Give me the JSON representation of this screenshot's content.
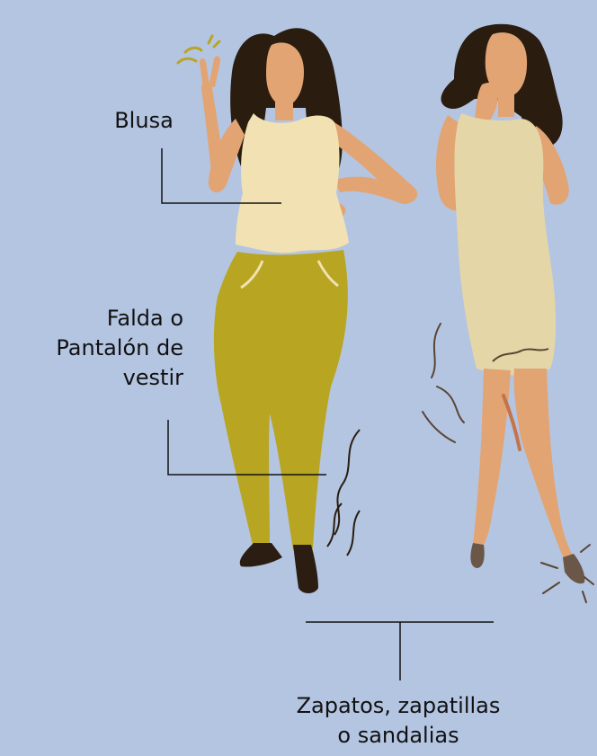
{
  "background_color": "#b4c5e2",
  "labels": {
    "blusa": "Blusa",
    "falda_line1": "Falda o",
    "falda_line2": "Pantalón de",
    "falda_line3": "vestir",
    "zapatos_line1": "Zapatos, zapatillas",
    "zapatos_line2": "o sandalias"
  },
  "colors": {
    "hair": "#2a1d10",
    "skin": "#e2a473",
    "blouse": "#f1e1b3",
    "pants": "#b8a522",
    "dress": "#e4d6a6",
    "shoes": "#2c1d12",
    "heels": "#6b5747",
    "accent_lines": "#5a4534"
  }
}
